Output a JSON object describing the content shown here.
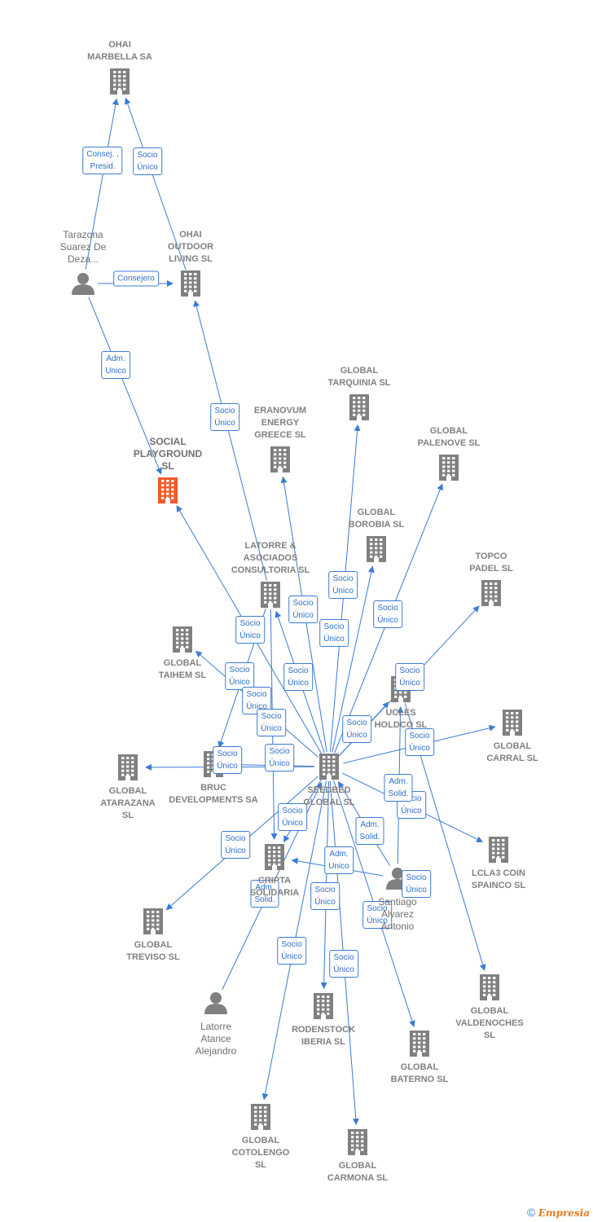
{
  "nodes": [
    {
      "id": "ohai_marbella",
      "label": "OHAI\nMARBELLA SA",
      "kind": "company"
    },
    {
      "id": "tarazona",
      "label": "Tarazona\nSuarez De\nDeza...",
      "kind": "person"
    },
    {
      "id": "ohai_outdoor",
      "label": "OHAI\nOUTDOOR\nLIVING SL",
      "kind": "company"
    },
    {
      "id": "social",
      "label": "SOCIAL\nPLAYGROUND\nSL",
      "kind": "main"
    },
    {
      "id": "eranovum",
      "label": "ERANOVUM\nENERGY\nGREECE SL",
      "kind": "company"
    },
    {
      "id": "tarquinia",
      "label": "GLOBAL\nTARQUINIA SL",
      "kind": "company"
    },
    {
      "id": "palenove",
      "label": "GLOBAL\nPALENOVE SL",
      "kind": "company"
    },
    {
      "id": "borobia",
      "label": "GLOBAL\nBOROBIA SL",
      "kind": "company"
    },
    {
      "id": "topco",
      "label": "TOPCO\nPADEL SL",
      "kind": "company"
    },
    {
      "id": "latorre_asoc",
      "label": "LATORRE &\nASOCIADOS\nCONSULTORIA SL",
      "kind": "company"
    },
    {
      "id": "taihem",
      "label": "GLOBAL\nTAIHEM SL",
      "kind": "company"
    },
    {
      "id": "ucles",
      "label": "UCLES\nHOLDCO SL",
      "kind": "company"
    },
    {
      "id": "carral",
      "label": "GLOBAL\nCARRAL SL",
      "kind": "company"
    },
    {
      "id": "atarazana",
      "label": "GLOBAL\nATARAZANA\nSL",
      "kind": "company"
    },
    {
      "id": "bruc",
      "label": "BRUC\nDEVELOPMENTS SA",
      "kind": "company"
    },
    {
      "id": "seedbed",
      "label": "SEEDBED\nGLOBAL SL",
      "kind": "company"
    },
    {
      "id": "lcla3",
      "label": "LCLA3 COIN\nSPAINCO SL",
      "kind": "company"
    },
    {
      "id": "cripta",
      "label": "CRIPTA\nSOLIDARIA",
      "kind": "company"
    },
    {
      "id": "santiago",
      "label": "Santiago\nAlvarez\nAntonio",
      "kind": "person"
    },
    {
      "id": "treviso",
      "label": "GLOBAL\nTREVISO SL",
      "kind": "company"
    },
    {
      "id": "valdenoches",
      "label": "GLOBAL\nVALDENOCHES\nSL",
      "kind": "company"
    },
    {
      "id": "latorre_alej",
      "label": "Latorre\nAtance\nAlejandro",
      "kind": "person"
    },
    {
      "id": "rodenstock",
      "label": "RODENSTOCK\nIBERIA SL",
      "kind": "company"
    },
    {
      "id": "baterno",
      "label": "GLOBAL\nBATERNO SL",
      "kind": "company"
    },
    {
      "id": "cotolengo",
      "label": "GLOBAL\nCOTOLENGO\nSL",
      "kind": "company"
    },
    {
      "id": "carmona",
      "label": "GLOBAL\nCARMONA SL",
      "kind": "company"
    }
  ],
  "edges": [
    {
      "from": "tarazona",
      "to": "ohai_marbella",
      "label": "Consej. ,\nPresid."
    },
    {
      "from": "ohai_outdoor",
      "to": "ohai_marbella",
      "label": "Socio\nÚnico"
    },
    {
      "from": "tarazona",
      "to": "ohai_outdoor",
      "label": "Consejero"
    },
    {
      "from": "tarazona",
      "to": "social",
      "label": "Adm.\nUnico"
    },
    {
      "from": "latorre_asoc",
      "to": "ohai_outdoor",
      "label": "Socio\nÚnico"
    },
    {
      "from": "seedbed",
      "to": "social",
      "label": "Socio\nÚnico"
    },
    {
      "from": "seedbed",
      "to": "eranovum",
      "label": "Socio\nÚnico"
    },
    {
      "from": "seedbed",
      "to": "tarquinia",
      "label": "Socio\nÚnico"
    },
    {
      "from": "seedbed",
      "to": "borobia",
      "label": "Socio\nÚnico"
    },
    {
      "from": "seedbed",
      "to": "palenove",
      "label": "Socio\nÚnico"
    },
    {
      "from": "seedbed",
      "to": "topco",
      "label": "Socio\nÚnico"
    },
    {
      "from": "seedbed",
      "to": "taihem",
      "label": "Socio\nÚnico"
    },
    {
      "from": "seedbed",
      "to": "bruc",
      "label": "Socio\nÚnico"
    },
    {
      "from": "seedbed",
      "to": "atarazana",
      "label": "Socio\nÚnico"
    },
    {
      "from": "seedbed",
      "to": "latorre_asoc",
      "label": "Socio\nÚnico"
    },
    {
      "from": "seedbed",
      "to": "ucles",
      "label": "Socio\nÚnico"
    },
    {
      "from": "seedbed",
      "to": "carral",
      "label": "Socio\nÚnico"
    },
    {
      "from": "seedbed",
      "to": "lcla3",
      "label": "Socio\nÚnico"
    },
    {
      "from": "seedbed",
      "to": "cripta",
      "label": "Socio\nÚnico"
    },
    {
      "from": "seedbed",
      "to": "treviso",
      "label": "Socio\nÚnico"
    },
    {
      "from": "seedbed",
      "to": "rodenstock",
      "label": "Socio\nÚnico"
    },
    {
      "from": "seedbed",
      "to": "cotolengo",
      "label": "Socio\nÚnico"
    },
    {
      "from": "seedbed",
      "to": "carmona",
      "label": "Socio\nÚnico"
    },
    {
      "from": "seedbed",
      "to": "baterno",
      "label": "Socio\nÚnico"
    },
    {
      "from": "santiago",
      "to": "seedbed",
      "label": "Adm.\nSolid."
    },
    {
      "from": "santiago",
      "to": "cripta",
      "label": "Adm.\nUnico"
    },
    {
      "from": "santiago",
      "to": "ucles",
      "label": "Adm.\nSolid."
    },
    {
      "from": "latorre_alej",
      "to": "seedbed",
      "label": "Adm.\nSolid."
    },
    {
      "from": "ucles",
      "to": "valdenoches",
      "label": "Socio\nÚnico"
    },
    {
      "from": "latorre_asoc",
      "to": "cripta",
      "label": "Socio\nÚnico"
    },
    {
      "from": "latorre_asoc",
      "to": "bruc",
      "label": "Socio\nÚnico"
    }
  ],
  "colors": {
    "edge": "#3a7bd5",
    "icon": "#808080",
    "main_icon": "#f05a28"
  },
  "footer": {
    "copyright": "©",
    "brand": "Empresia"
  }
}
